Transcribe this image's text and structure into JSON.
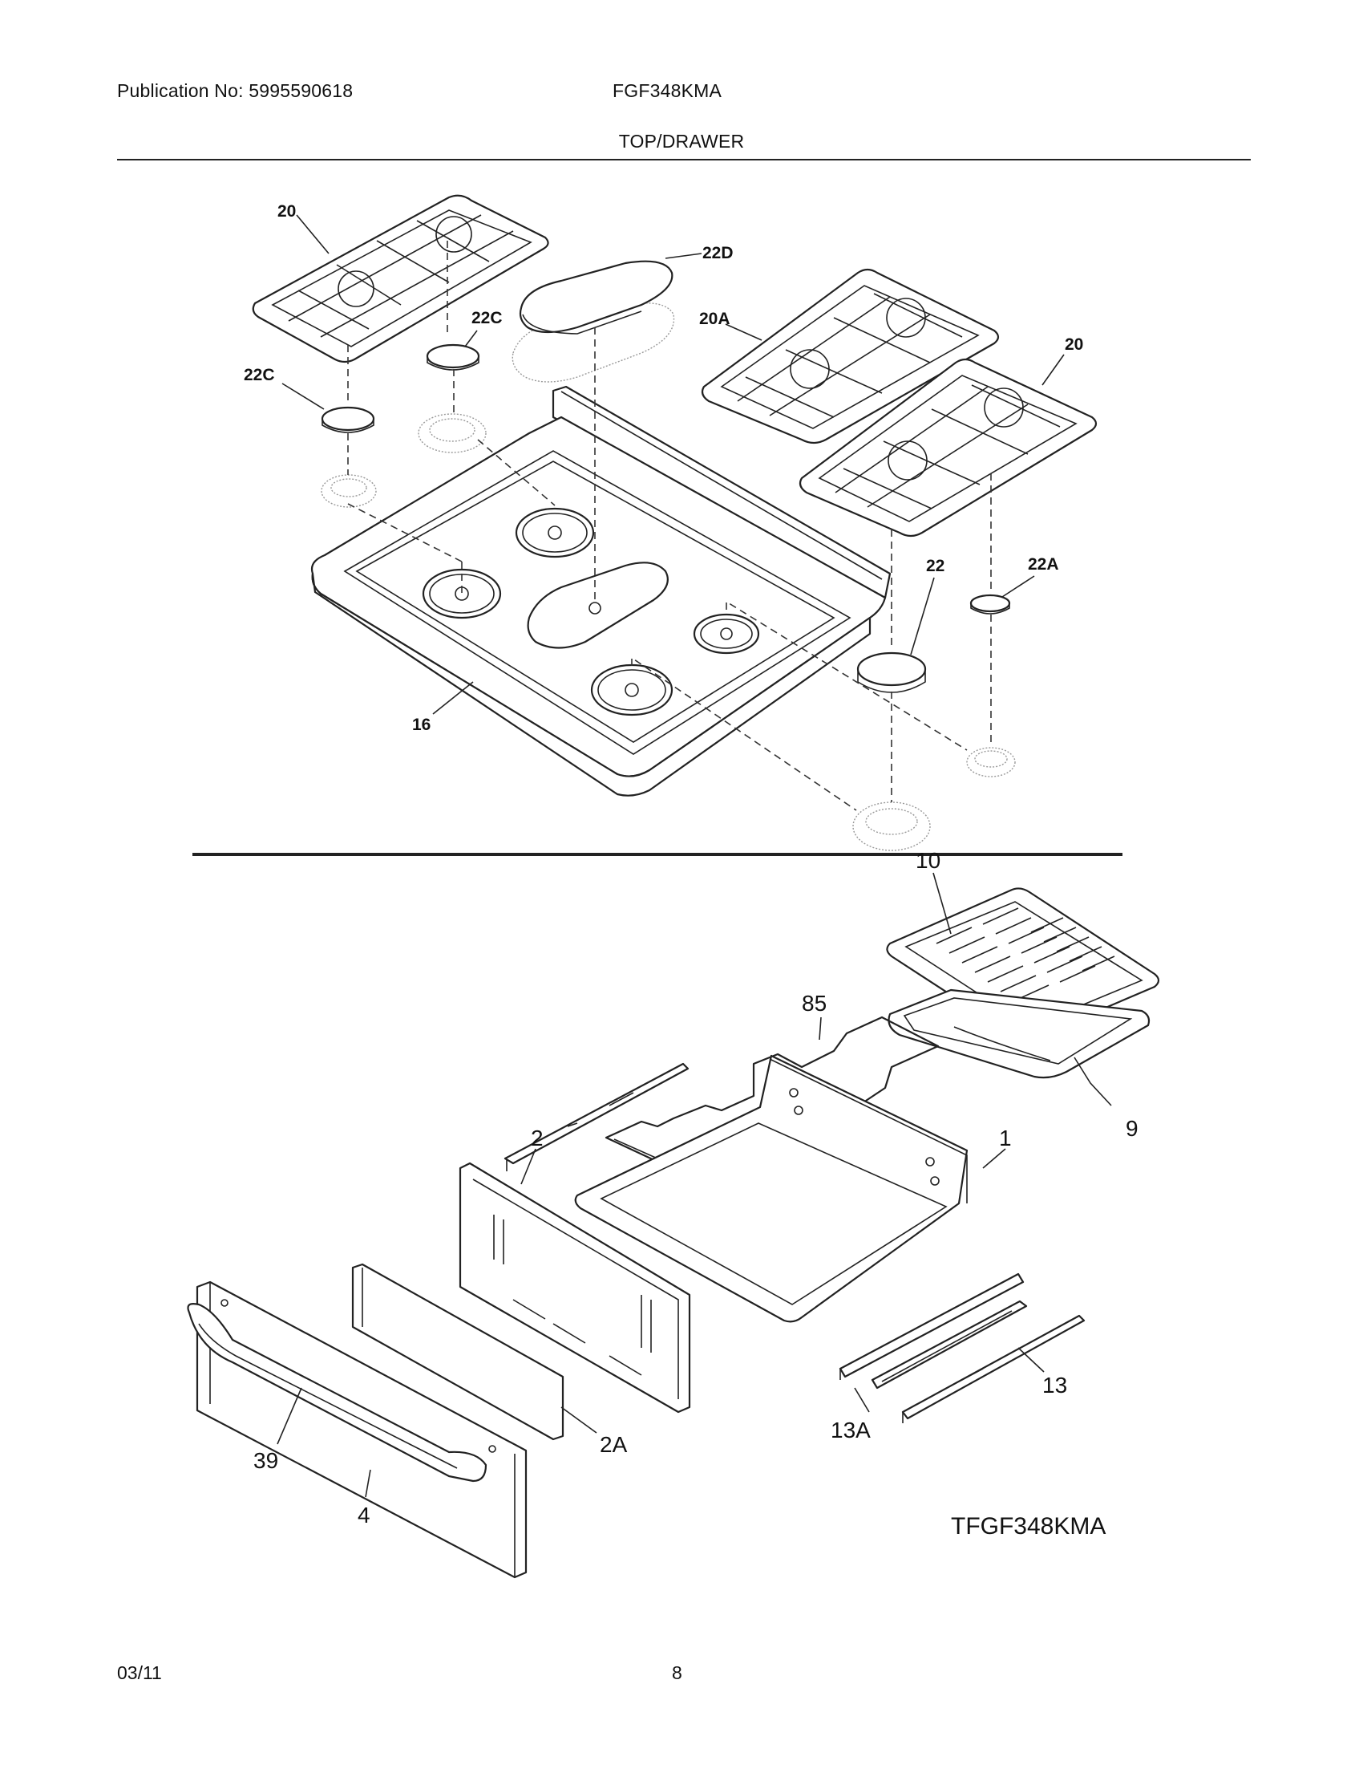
{
  "header": {
    "publication": "Publication No: 5995590618",
    "model": "FGF348KMA",
    "section_title": "TOP/DRAWER"
  },
  "footer": {
    "date": "03/11",
    "page": "8"
  },
  "diagram_code": "TFGF348KMA",
  "top_callouts": {
    "grate_left": "20",
    "cap_oval": "22D",
    "cap_small_mid": "22C",
    "cap_small_left": "22C",
    "grate_center": "20A",
    "grate_right": "20",
    "cap_large": "22",
    "cap_small_right": "22A",
    "cooktop": "16"
  },
  "bottom_callouts": {
    "broiler_grid": "10",
    "broiler_pan": "9",
    "drawer_rack": "85",
    "drawer_body": "1",
    "drawer_back_panel": "2",
    "drawer_liner": "2A",
    "drawer_handle": "39",
    "drawer_front": "4",
    "slide_right": "13",
    "slide_left": "13A"
  }
}
